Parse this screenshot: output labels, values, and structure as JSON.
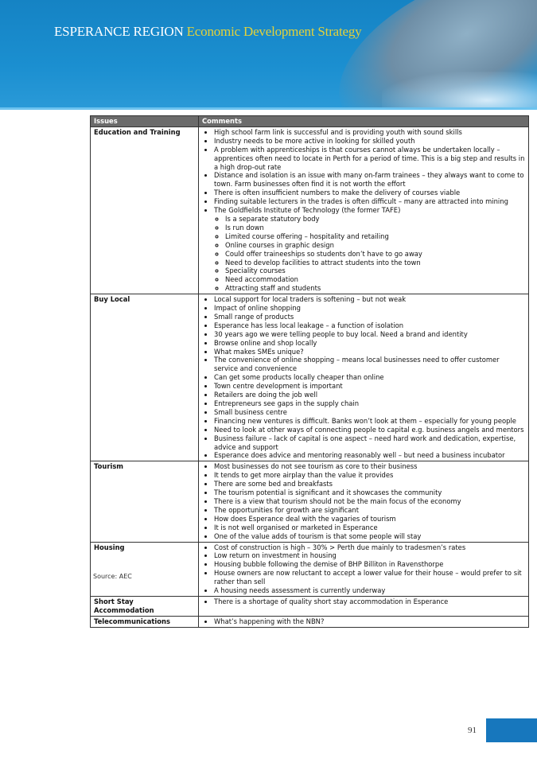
{
  "header": {
    "title_part1": "ESPERANCE REGION",
    "title_part2": "Economic Development Strategy"
  },
  "table": {
    "headers": [
      "Issues",
      "Comments"
    ],
    "rows": [
      {
        "issue": "Education and Training",
        "items": [
          {
            "text": "High school farm link is successful and is providing youth with sound skills"
          },
          {
            "text": "Industry needs to be more active in looking for skilled youth"
          },
          {
            "text": "A problem with apprenticeships is that courses cannot always be undertaken locally – apprentices often need to locate in Perth for a period of time. This is a big step and results in a high drop-out rate"
          },
          {
            "text": "Distance and isolation is an issue with many on-farm trainees – they always want to come to town. Farm businesses often find it is not worth the effort"
          },
          {
            "text": "There is often insufficient numbers to make the delivery of courses viable"
          },
          {
            "text": "Finding suitable lecturers in the trades is often difficult – many are attracted into mining"
          },
          {
            "text": "The Goldfields Institute of Technology (the former TAFE)",
            "sub": [
              "Is a separate statutory body",
              "Is run down",
              "Limited course offering – hospitality and retailing",
              "Online courses in graphic design",
              "Could offer traineeships so students don’t have to go away",
              "Need to develop facilities to attract students into the town",
              "Speciality courses",
              "Need accommodation",
              "Attracting staff and students"
            ]
          }
        ]
      },
      {
        "issue": "Buy Local",
        "items": [
          {
            "text": "Local support for local traders is softening – but not weak"
          },
          {
            "text": "Impact of online shopping"
          },
          {
            "text": "Small range of products"
          },
          {
            "text": "Esperance has less local leakage – a function of isolation"
          },
          {
            "text": "30 years ago we were telling people to buy local. Need a brand and identity"
          },
          {
            "text": "Browse online and shop locally"
          },
          {
            "text": "What makes SMEs unique?"
          },
          {
            "text": "The convenience of online shopping – means local businesses need to offer customer service and convenience"
          },
          {
            "text": "Can get some products locally cheaper than online"
          },
          {
            "text": "Town centre development is important"
          },
          {
            "text": "Retailers are doing the job well"
          },
          {
            "text": "Entrepreneurs see gaps in the supply chain"
          },
          {
            "text": "Small business centre"
          },
          {
            "text": "Financing new ventures is difficult. Banks won’t look at them – especially for young people"
          },
          {
            "text": "Need to look at other ways of connecting people to capital e.g. business angels and mentors"
          },
          {
            "text": "Business failure – lack of capital is one aspect – need hard work and dedication, expertise, advice and support"
          },
          {
            "text": "Esperance does advice and mentoring reasonably well – but need a business incubator"
          }
        ]
      },
      {
        "issue": "Tourism",
        "items": [
          {
            "text": "Most businesses do not see tourism as core to their business"
          },
          {
            "text": "It tends to get more airplay than the value it provides"
          },
          {
            "text": "There are some bed and breakfasts"
          },
          {
            "text": "The tourism potential is significant and it showcases the community"
          },
          {
            "text": "There is a view that tourism should not be the main focus of the economy"
          },
          {
            "text": "The opportunities for growth are significant"
          },
          {
            "text": "How does Esperance deal with the vagaries of tourism"
          },
          {
            "text": "It is not well organised or marketed in Esperance"
          },
          {
            "text": "One of the value adds of tourism is that some people will stay"
          }
        ]
      },
      {
        "issue": "Housing",
        "items": [
          {
            "text": "Cost of construction is high – 30% > Perth due mainly to tradesmen’s rates"
          },
          {
            "text": "Low return on investment in housing"
          },
          {
            "text": "Housing bubble following the demise of BHP Billiton in Ravensthorpe"
          },
          {
            "text": "House owners are now reluctant to accept a lower value for their house – would prefer to sit rather than sell"
          },
          {
            "text": "A housing needs assessment is currently underway"
          }
        ]
      },
      {
        "issue": "Short Stay Accommodation",
        "items": [
          {
            "text": "There is a shortage of quality short stay accommodation in Esperance"
          }
        ]
      },
      {
        "issue": "Telecommunications",
        "items": [
          {
            "text": "What’s happening with the NBN?"
          }
        ]
      }
    ]
  },
  "source": "Source: AEC",
  "page_number": "91",
  "colors": {
    "banner": "#1583c4",
    "title_accent": "#e3d23a",
    "header_row": "#6b6b6b",
    "page_box": "#1777bd"
  }
}
